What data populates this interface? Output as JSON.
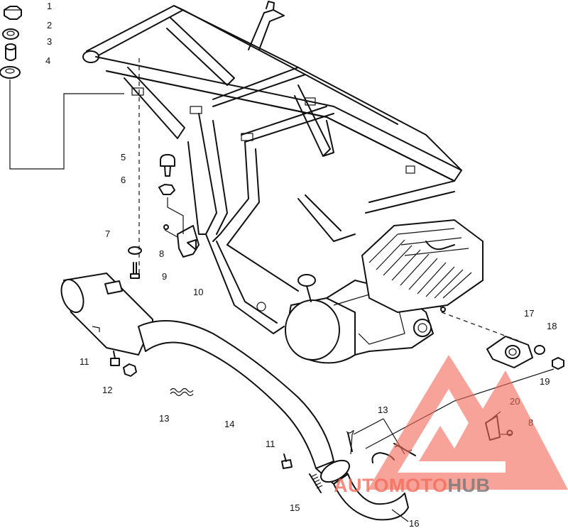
{
  "diagram": {
    "labels": [
      "1",
      "2",
      "3",
      "4",
      "5",
      "6",
      "7",
      "8",
      "9",
      "10",
      "11",
      "12",
      "13",
      "14",
      "11",
      "15",
      "16",
      "17",
      "18",
      "19",
      "20",
      "8",
      "13"
    ]
  },
  "watermark": {
    "part1": "AUTOMOTO",
    "part2": "HUB",
    "color1": "#f26b5b",
    "color2": "#7a7a7a"
  }
}
